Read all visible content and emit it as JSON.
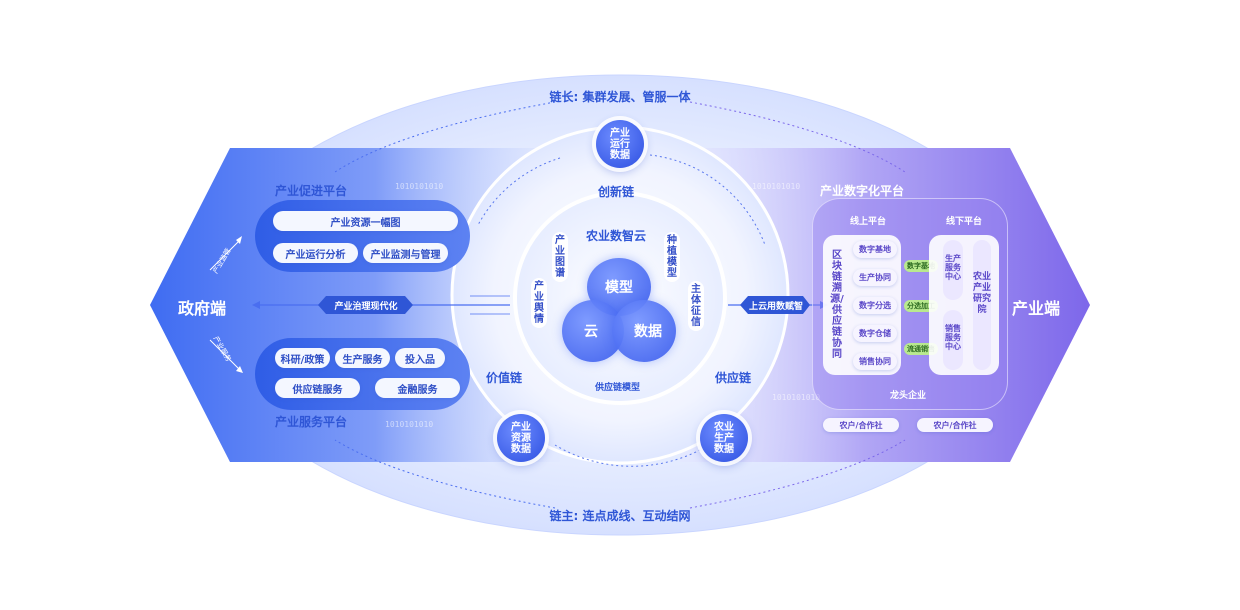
{
  "top_banner": "链长: 集群发展、管服一体",
  "bottom_banner": "链主: 连点成线、互动结网",
  "left_end": "政府端",
  "right_end": "产业端",
  "left_top_panel": {
    "title": "产业促进平台",
    "items": [
      "产业资源一幅图",
      "产业运行分析",
      "产业监测与管理"
    ]
  },
  "left_bottom_panel": {
    "title": "产业服务平台",
    "items": [
      "科研/政策",
      "生产服务",
      "投入品",
      "供应链服务",
      "金融服务"
    ]
  },
  "left_small_labels": [
    "产业监管",
    "产业服务"
  ],
  "left_arrow_tag": "产业治理现代化",
  "right_arrow_tag": "上云用数赋智",
  "circle": {
    "top_chain": "创新链",
    "left_chain": "价值链",
    "right_chain": "供应链",
    "core_title": "农业数智云",
    "inner_labels": [
      "产业图谱",
      "产业舆情",
      "种植模型",
      "主体征信"
    ],
    "bottom_label": "供应链模型",
    "venn": [
      "模型",
      "云",
      "数据"
    ]
  },
  "nodes": [
    "产业运行数据",
    "产业资源数据",
    "农业生产数据"
  ],
  "binary_text": "1010101010",
  "right_panel": {
    "title": "产业数字化平台",
    "online_title": "线上平台",
    "offline_title": "线下平台",
    "blockchain_label": "区块链溯源/供应链协同",
    "online_items": [
      "数字基地",
      "生产协同",
      "数字分选",
      "数字仓储",
      "销售协同"
    ],
    "green_tags": [
      "数字基地",
      "分选加工",
      "流通销售"
    ],
    "offline_items": [
      "生产服务中心",
      "销售服务中心"
    ],
    "institute": "农业产业研究院",
    "leader": "龙头企业",
    "coops": [
      "农户/合作社",
      "农户/合作社"
    ]
  },
  "colors": {
    "primary": "#2f56d6",
    "purple": "#6f5ae0",
    "light": "#e8eeff"
  }
}
